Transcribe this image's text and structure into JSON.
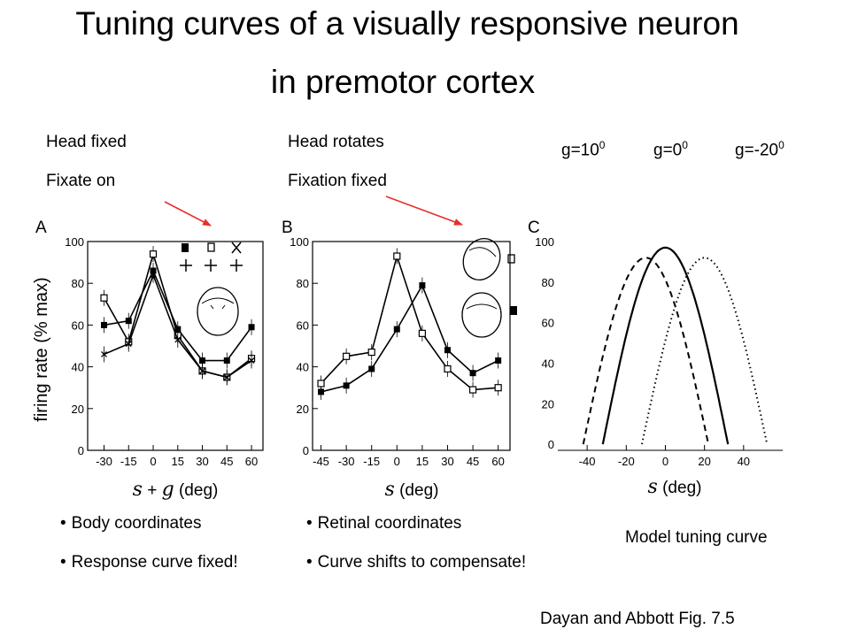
{
  "title_line1": "Tuning curves of a visually responsive neuron",
  "title_line2": "in premotor cortex",
  "labels": {
    "a_line1": "Head fixed",
    "a_line2": "Fixate on",
    "b_line1": "Head rotates",
    "b_line2": "Fixation fixed"
  },
  "gaze_labels": [
    {
      "base": "g=10",
      "sup": "0"
    },
    {
      "base": "g=0",
      "sup": "0"
    },
    {
      "base": "g=-20",
      "sup": "0"
    }
  ],
  "bullets_a": [
    "Body coordinates",
    "Response curve fixed!"
  ],
  "bullets_b": [
    "Retinal coordinates",
    "Curve shifts to  compensate!"
  ],
  "model_caption": "Model tuning curve",
  "citation": "Dayan and Abbott Fig. 7.5",
  "icons": [
    "head-icon",
    "arrow-icon"
  ],
  "colors": {
    "text": "#000000",
    "arrow": "#e8302a"
  },
  "chart_data": [
    {
      "panel": "A",
      "type": "line",
      "ylabel": "firing rate (% max)",
      "xlabel_parts": [
        "s",
        " + ",
        "g",
        " (deg)"
      ],
      "xlim": [
        -40,
        67
      ],
      "ylim": [
        0,
        100
      ],
      "xticks": [
        -30,
        -15,
        0,
        15,
        30,
        45,
        60
      ],
      "yticks": [
        0,
        20,
        40,
        60,
        80,
        100
      ],
      "series": [
        {
          "marker": "filled-square",
          "x": [
            -30,
            -15,
            0,
            15,
            30,
            45,
            60
          ],
          "y": [
            60,
            62,
            86,
            58,
            43,
            43,
            59
          ]
        },
        {
          "marker": "open-square",
          "x": [
            -30,
            -15,
            0,
            15,
            30,
            45,
            60
          ],
          "y": [
            73,
            52,
            94,
            55,
            38,
            35,
            44
          ]
        },
        {
          "marker": "cross",
          "x": [
            -30,
            -15,
            0,
            15,
            30,
            45,
            60
          ],
          "y": [
            46,
            51,
            84,
            53,
            38,
            35,
            43
          ]
        }
      ]
    },
    {
      "panel": "B",
      "type": "line",
      "xlabel_parts": [
        "s",
        " (deg)"
      ],
      "xlim": [
        -50,
        67
      ],
      "ylim": [
        0,
        100
      ],
      "xticks": [
        -45,
        -30,
        -15,
        0,
        15,
        30,
        45,
        60
      ],
      "yticks": [
        0,
        20,
        40,
        60,
        80,
        100
      ],
      "series": [
        {
          "marker": "filled-square",
          "x": [
            -45,
            -30,
            -15,
            0,
            15,
            30,
            45,
            60
          ],
          "y": [
            28,
            31,
            39,
            58,
            79,
            48,
            37,
            43
          ]
        },
        {
          "marker": "open-square",
          "x": [
            -45,
            -30,
            -15,
            0,
            15,
            30,
            45,
            60
          ],
          "y": [
            32,
            45,
            47,
            93,
            56,
            39,
            29,
            30
          ]
        }
      ]
    },
    {
      "panel": "C",
      "type": "line",
      "xlabel_parts": [
        "s",
        " (deg)"
      ],
      "xlim": [
        -55,
        60
      ],
      "ylim": [
        -3,
        100
      ],
      "xticks": [
        -40,
        -20,
        0,
        20,
        40
      ],
      "yticks": [
        0,
        20,
        40,
        60,
        80,
        100
      ],
      "series": [
        {
          "style": "dashed",
          "center": -10,
          "peak": 92,
          "half_width": 32
        },
        {
          "style": "solid",
          "center": 0,
          "peak": 97,
          "half_width": 32
        },
        {
          "style": "dotted",
          "center": 20,
          "peak": 92,
          "half_width": 32
        }
      ]
    }
  ]
}
